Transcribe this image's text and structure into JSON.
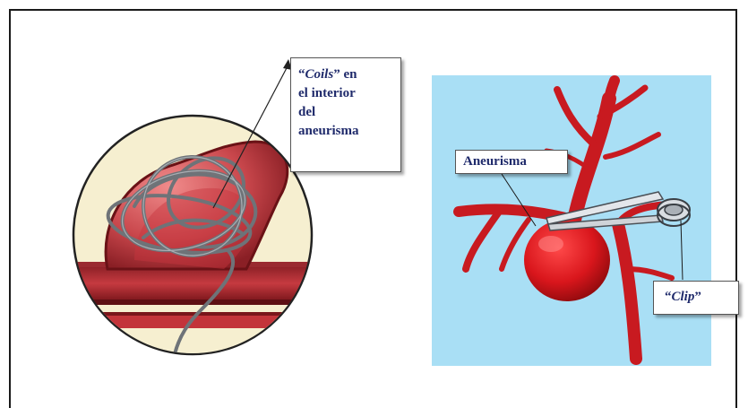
{
  "callouts": {
    "coils": {
      "quote_open": "“",
      "italic_word": "Coils",
      "quote_close": "”",
      "rest_line1": " en",
      "line2": "el interior",
      "line3": "del",
      "line4": "aneurisma"
    },
    "aneurisma": {
      "label": "Aneurisma"
    },
    "clip": {
      "quote_open": "“",
      "italic_word": "Clip",
      "quote_close": "”"
    }
  },
  "colors": {
    "left_circle_bg": "#f6efd0",
    "vessel_red": "#d8232a",
    "right_panel_bg": "#a9dff5",
    "coil_gray": "#6e7378",
    "label_text": "#1f2a6b"
  }
}
